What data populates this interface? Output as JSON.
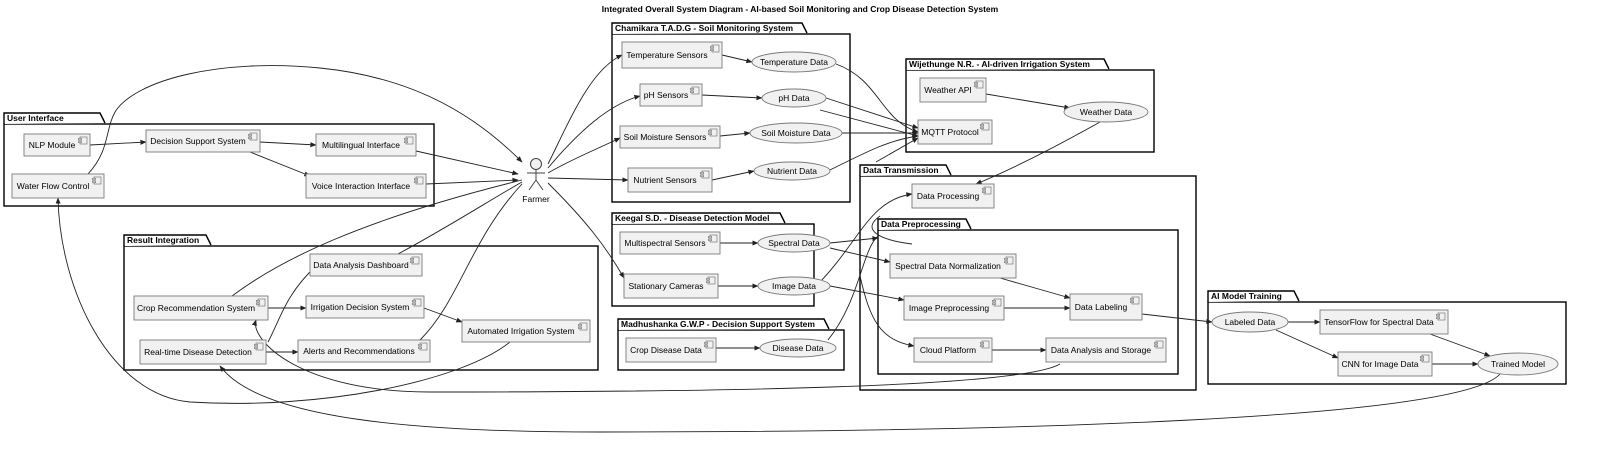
{
  "title": "Integrated Overall System Diagram - AI-based Soil Monitoring and Crop Disease Detection System",
  "actor": {
    "id": "farmer",
    "label": "Farmer"
  },
  "packages": [
    {
      "id": "user-interface",
      "label": "User Interface"
    },
    {
      "id": "result-integration",
      "label": "Result Integration"
    },
    {
      "id": "soil-monitoring",
      "label": "Chamikara T.A.D.G - Soil Monitoring System"
    },
    {
      "id": "disease-detection",
      "label": "Keegal S.D. - Disease Detection Model"
    },
    {
      "id": "decision-support",
      "label": "Madhushanka G.W.P - Decision Support System"
    },
    {
      "id": "irrigation",
      "label": "Wijethunge N.R. - AI-driven Irrigation System"
    },
    {
      "id": "data-transmission",
      "label": "Data Transmission"
    },
    {
      "id": "data-preprocessing",
      "label": "Data Preprocessing"
    },
    {
      "id": "ai-training",
      "label": "AI Model Training"
    }
  ],
  "components": [
    {
      "id": "nlp",
      "label": "NLP Module"
    },
    {
      "id": "dss",
      "label": "Decision Support System"
    },
    {
      "id": "multilingual",
      "label": "Multilingual Interface"
    },
    {
      "id": "waterflow",
      "label": "Water Flow Control"
    },
    {
      "id": "voice",
      "label": "Voice Interaction Interface"
    },
    {
      "id": "dashboard",
      "label": "Data Analysis Dashboard"
    },
    {
      "id": "croprec",
      "label": "Crop Recommendation System"
    },
    {
      "id": "irrdecision",
      "label": "Irrigation Decision System"
    },
    {
      "id": "autoirr",
      "label": "Automated Irrigation System"
    },
    {
      "id": "realtime",
      "label": "Real-time Disease Detection"
    },
    {
      "id": "alerts",
      "label": "Alerts and Recommendations"
    },
    {
      "id": "tempsens",
      "label": "Temperature Sensors"
    },
    {
      "id": "phsens",
      "label": "pH Sensors"
    },
    {
      "id": "soilsens",
      "label": "Soil Moisture Sensors"
    },
    {
      "id": "nutsens",
      "label": "Nutrient Sensors"
    },
    {
      "id": "multisens",
      "label": "Multispectral Sensors"
    },
    {
      "id": "cameras",
      "label": "Stationary Cameras"
    },
    {
      "id": "cropdisease",
      "label": "Crop Disease Data"
    },
    {
      "id": "weatherapi",
      "label": "Weather API"
    },
    {
      "id": "mqtt",
      "label": "MQTT Protocol"
    },
    {
      "id": "dataproc",
      "label": "Data Processing"
    },
    {
      "id": "specnorm",
      "label": "Spectral Data Normalization"
    },
    {
      "id": "imgpre",
      "label": "Image Preprocessing"
    },
    {
      "id": "labeling",
      "label": "Data Labeling"
    },
    {
      "id": "cloud",
      "label": "Cloud Platform"
    },
    {
      "id": "analysisstore",
      "label": "Data Analysis and Storage"
    },
    {
      "id": "tensorflow",
      "label": "TensorFlow for Spectral Data"
    },
    {
      "id": "cnn",
      "label": "CNN for Image Data"
    }
  ],
  "usecases": [
    {
      "id": "tempdata",
      "label": "Temperature Data"
    },
    {
      "id": "phdata",
      "label": "pH Data"
    },
    {
      "id": "soildata",
      "label": "Soil Moisture Data"
    },
    {
      "id": "nutdata",
      "label": "Nutrient Data"
    },
    {
      "id": "specdata",
      "label": "Spectral Data"
    },
    {
      "id": "imgdata",
      "label": "Image Data"
    },
    {
      "id": "disdata",
      "label": "Disease Data"
    },
    {
      "id": "weatherdata",
      "label": "Weather Data"
    },
    {
      "id": "labeled",
      "label": "Labeled Data"
    },
    {
      "id": "trained",
      "label": "Trained Model"
    }
  ]
}
